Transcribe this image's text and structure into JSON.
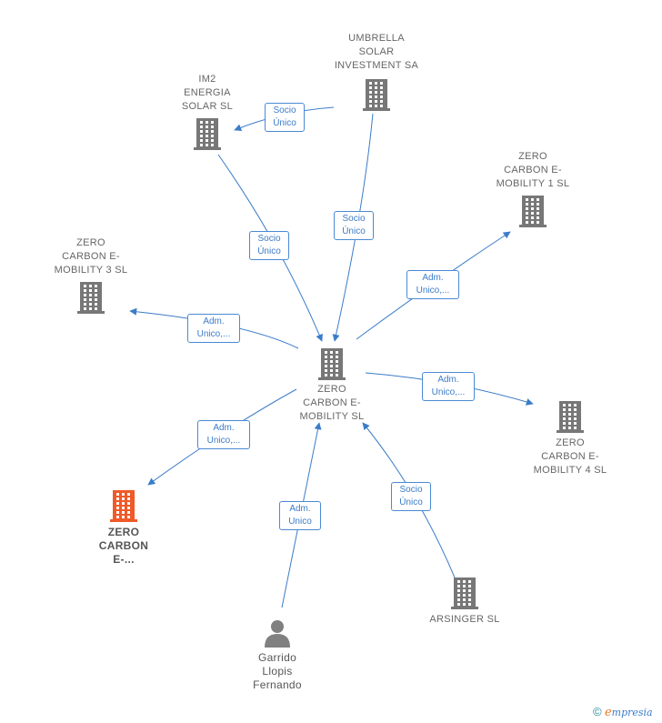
{
  "colors": {
    "edge": "#3b7cc9",
    "building": "#777777",
    "building_highlight": "#f05a28",
    "person": "#808080"
  },
  "nodes": {
    "umbrella": {
      "label": "UMBRELLA\nSOLAR\nINVESTMENT SA",
      "icon": "building-icon"
    },
    "im2": {
      "label": "IM2\nENERGIA\nSOLAR  SL",
      "icon": "building-icon"
    },
    "zcem1": {
      "label": "ZERO\nCARBON E-\nMOBILITY 1  SL",
      "icon": "building-icon"
    },
    "zcem3": {
      "label": "ZERO\nCARBON E-\nMOBILITY 3  SL",
      "icon": "building-icon"
    },
    "center": {
      "label": "ZERO\nCARBON E-\nMOBILITY  SL",
      "icon": "building-icon"
    },
    "zcem4": {
      "label": "ZERO\nCARBON E-\nMOBILITY 4  SL",
      "icon": "building-icon"
    },
    "zcen": {
      "label": "ZERO\nCARBON\nE-...",
      "icon": "building-icon"
    },
    "arsinger": {
      "label": "ARSINGER  SL",
      "icon": "building-icon"
    },
    "garrido": {
      "label": "Garrido\nLlopis\nFernando",
      "icon": "person-icon"
    }
  },
  "edge_labels": {
    "umbrella_im2": "Socio\nÚnico",
    "umbrella_center": "Socio\nÚnico",
    "im2_center": "Socio\nÚnico",
    "center_zcem1": "Adm.\nUnico,...",
    "center_zcem3": "Adm.\nUnico,...",
    "center_zcem4": "Adm.\nUnico,...",
    "center_zcen": "Adm.\nUnico,...",
    "garrido_center": "Adm.\nUnico",
    "arsinger_center": "Socio\nÚnico"
  },
  "footer": {
    "copyright": "©",
    "brand_first": "e",
    "brand_rest": "mpresia"
  }
}
